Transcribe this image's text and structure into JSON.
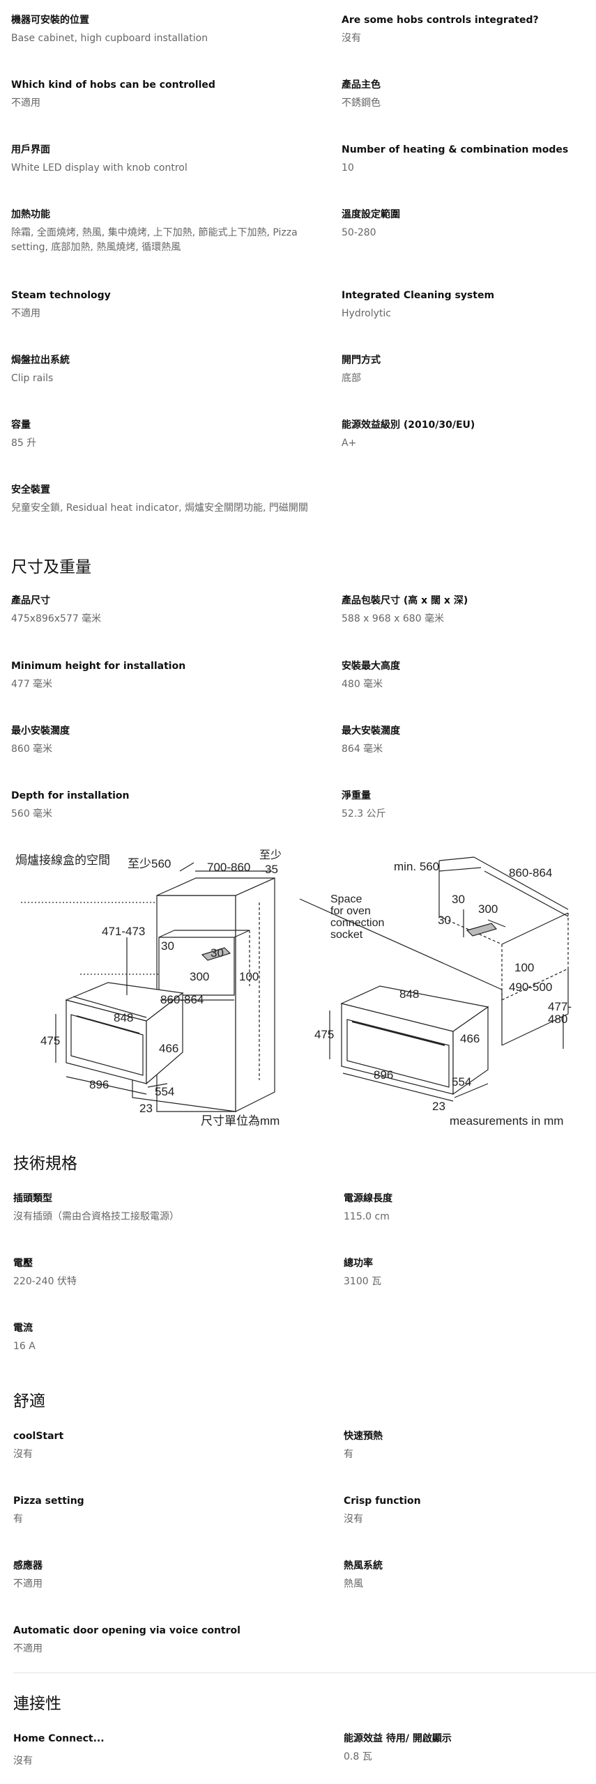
{
  "spec_block_1": {
    "left": [
      {
        "label": "機器可安裝的位置",
        "value": "Base cabinet, high cupboard installation"
      },
      {
        "label": "Which kind of hobs can be controlled",
        "value": "不適用"
      },
      {
        "label": "用戶界面",
        "value": "White LED display with knob control"
      },
      {
        "label": "加熱功能",
        "value": "除霜, 全面燒烤, 熱風, 集中燒烤, 上下加熱, 節能式上下加熱, Pizza setting, 底部加熱, 熱風燒烤, 循環熱風"
      },
      {
        "label": "Steam technology",
        "value": "不適用"
      },
      {
        "label": "焗盤拉出系統",
        "value": "Clip rails"
      },
      {
        "label": "容量",
        "value": "85 升"
      },
      {
        "label": "安全裝置",
        "value": "兒童安全鎖, Residual heat indicator, 焗爐安全關閉功能, 門磁開關"
      }
    ],
    "right": [
      {
        "label": "Are some hobs controls integrated?",
        "value": "沒有"
      },
      {
        "label": "產品主色",
        "value": "不銹鋼色"
      },
      {
        "label": "Number of heating & combination modes",
        "value": "10"
      },
      {
        "label": "溫度設定範圍",
        "value": "50-280"
      },
      {
        "label": "Integrated Cleaning system",
        "value": "Hydrolytic"
      },
      {
        "label": "開門方式",
        "value": "底部"
      },
      {
        "label": "能源效益級別 (2010/30/EU)",
        "value": "A+"
      }
    ]
  },
  "dimensions": {
    "title": "尺寸及重量",
    "left": [
      {
        "label": "產品尺寸",
        "value": "475x896x577 毫米"
      },
      {
        "label": "Minimum height for installation",
        "value": "477 毫米"
      },
      {
        "label": "最小安裝濶度",
        "value": "860 毫米"
      },
      {
        "label": "Depth for installation",
        "value": "560 毫米"
      }
    ],
    "right": [
      {
        "label": "產品包裝尺寸 (高 x 闊 x 深)",
        "value": "588 x 968 x 680 毫米"
      },
      {
        "label": "安裝最大高度",
        "value": "480 毫米"
      },
      {
        "label": "最大安裝濶度",
        "value": "864 毫米"
      },
      {
        "label": "淨重量",
        "value": "52.3 公斤"
      }
    ]
  },
  "drawing_left": {
    "socket_space": "焗爐接線盒的空間",
    "min560": "至少560",
    "w700_860": "700-860",
    "min35_a": "至少",
    "min35_b": "35",
    "h471_473": "471-473",
    "d30a": "30",
    "d30b": "30",
    "d300": "300",
    "d100": "100",
    "w860_864": "860-864",
    "w848": "848",
    "h475": "475",
    "d466": "466",
    "w896": "896",
    "d554": "554",
    "d23": "23",
    "units": "尺寸單位為mm"
  },
  "drawing_right": {
    "min560": "min. 560",
    "w860_864": "860-864",
    "d30a": "30",
    "d300": "300",
    "d30b": "30",
    "socket1": "Space",
    "socket2": "for oven",
    "socket3": "connection",
    "socket4": "socket",
    "d100": "100",
    "d490_500": "490-500",
    "h477": "477-",
    "h480": "480",
    "w848": "848",
    "h475": "475",
    "d466": "466",
    "w896": "896",
    "d554": "554",
    "d23": "23",
    "units": "measurements in mm"
  },
  "tech": {
    "title": "技術規格",
    "left": [
      {
        "label": "插頭類型",
        "value": "沒有插頭（需由合資格技工接駁電源）"
      },
      {
        "label": "電壓",
        "value": "220-240 伏特"
      },
      {
        "label": "電流",
        "value": "16 A"
      }
    ],
    "right": [
      {
        "label": "電源線長度",
        "value": "115.0 cm"
      },
      {
        "label": "總功率",
        "value": "3100 瓦"
      }
    ]
  },
  "comfort": {
    "title": "舒適",
    "left": [
      {
        "label": "coolStart",
        "value": "沒有"
      },
      {
        "label": "Pizza setting",
        "value": "有"
      },
      {
        "label": "感應器",
        "value": "不適用"
      },
      {
        "label": "Automatic door opening via voice control",
        "value": "不適用"
      }
    ],
    "right": [
      {
        "label": "快速預熱",
        "value": "有"
      },
      {
        "label": "Crisp function",
        "value": "沒有"
      },
      {
        "label": "熱風系統",
        "value": "熱風"
      }
    ]
  },
  "connectivity": {
    "title": "連接性",
    "left": [
      {
        "label": "Home Connect...",
        "value": "沒有"
      }
    ],
    "right": [
      {
        "label": "能源效益 待用/ 開啟顯示",
        "value": "0.8 瓦"
      }
    ]
  }
}
